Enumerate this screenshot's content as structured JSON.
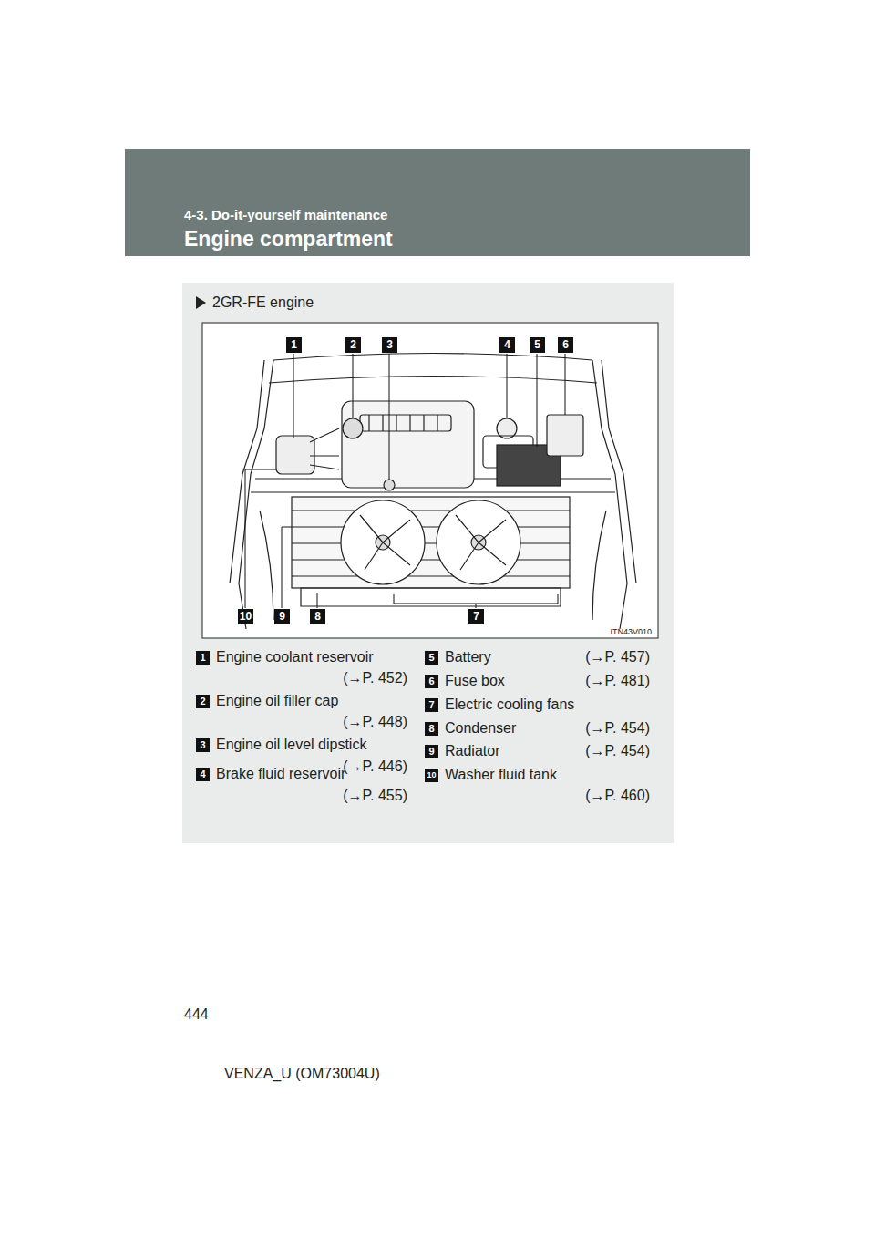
{
  "diagram": {
    "title": "Engine compartment",
    "labels": [
      "4-3. Do-it-yourself maintenance",
      "2GR-FE engine",
      "1",
      "2",
      "3",
      "4",
      "5",
      "6",
      "10",
      "9",
      "8",
      "7",
      "ITN43V010",
      "1",
      "Engine coolant reservoir",
      "(→P. 452)",
      "2",
      "Engine oil filler cap",
      "(→P. 448)",
      "3",
      "Engine oil level dipstick",
      "(→P. 446)",
      "4",
      "Brake fluid reservoir",
      "(→P. 455)",
      "5",
      "Battery",
      "(→P. 457)",
      "6",
      "Fuse box",
      "(→P. 481)",
      "7",
      "Electric cooling fans",
      "8",
      "Condenser",
      "(→P. 454)",
      "9",
      "Radiator",
      "(→P. 454)",
      "10",
      "Washer fluid tank",
      "(→P. 460)",
      "444",
      "VENZA_U (OM73004U)"
    ]
  }
}
